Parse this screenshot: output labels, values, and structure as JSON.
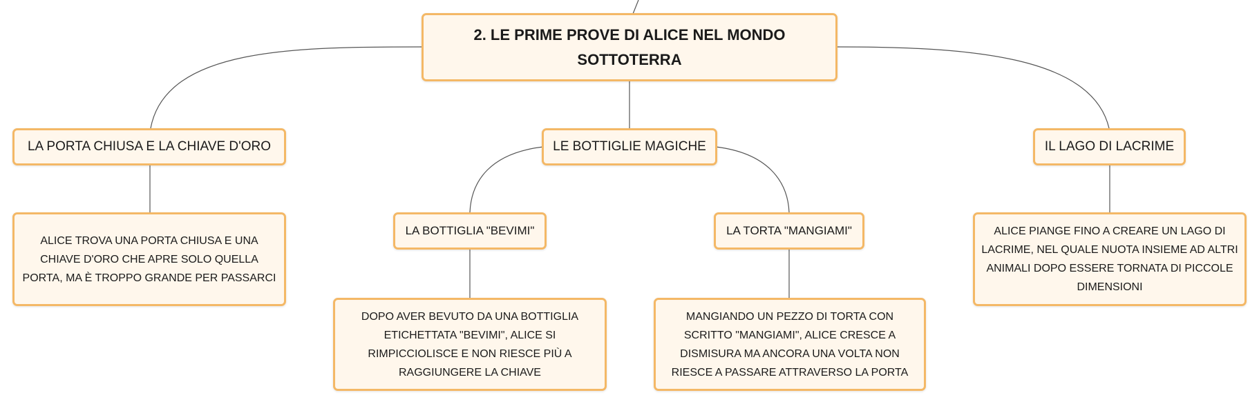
{
  "root": {
    "title": "2. LE PRIME PROVE DI ALICE NEL MONDO SOTTOTERRA"
  },
  "branches": {
    "porta": {
      "label": "LA PORTA CHIUSA E LA CHIAVE D'ORO",
      "detail": "ALICE TROVA UNA PORTA CHIUSA E UNA CHIAVE D'ORO CHE APRE SOLO QUELLA PORTA, MA È TROPPO GRANDE PER PASSARCI"
    },
    "bottiglie": {
      "label": "LE BOTTIGLIE MAGICHE",
      "bevimi": {
        "label": "LA BOTTIGLIA \"BEVIMI\"",
        "detail": "DOPO AVER BEVUTO DA UNA BOTTIGLIA ETICHETTATA \"BEVIMI\", ALICE SI RIMPICCIOLISCE E NON RIESCE PIÙ A RAGGIUNGERE LA CHIAVE"
      },
      "mangiami": {
        "label": "LA TORTA \"MANGIAMI\"",
        "detail": "MANGIANDO UN PEZZO DI TORTA CON SCRITTO \"MANGIAMI\", ALICE CRESCE A DISMISURA MA ANCORA UNA VOLTA NON RIESCE A PASSARE ATTRAVERSO LA PORTA"
      }
    },
    "lago": {
      "label": "IL LAGO DI LACRIME",
      "detail": "ALICE PIANGE FINO A CREARE UN LAGO DI LACRIME, NEL QUALE NUOTA INSIEME AD ALTRI ANIMALI DOPO ESSERE TORNATA DI PICCOLE DIMENSIONI"
    }
  }
}
